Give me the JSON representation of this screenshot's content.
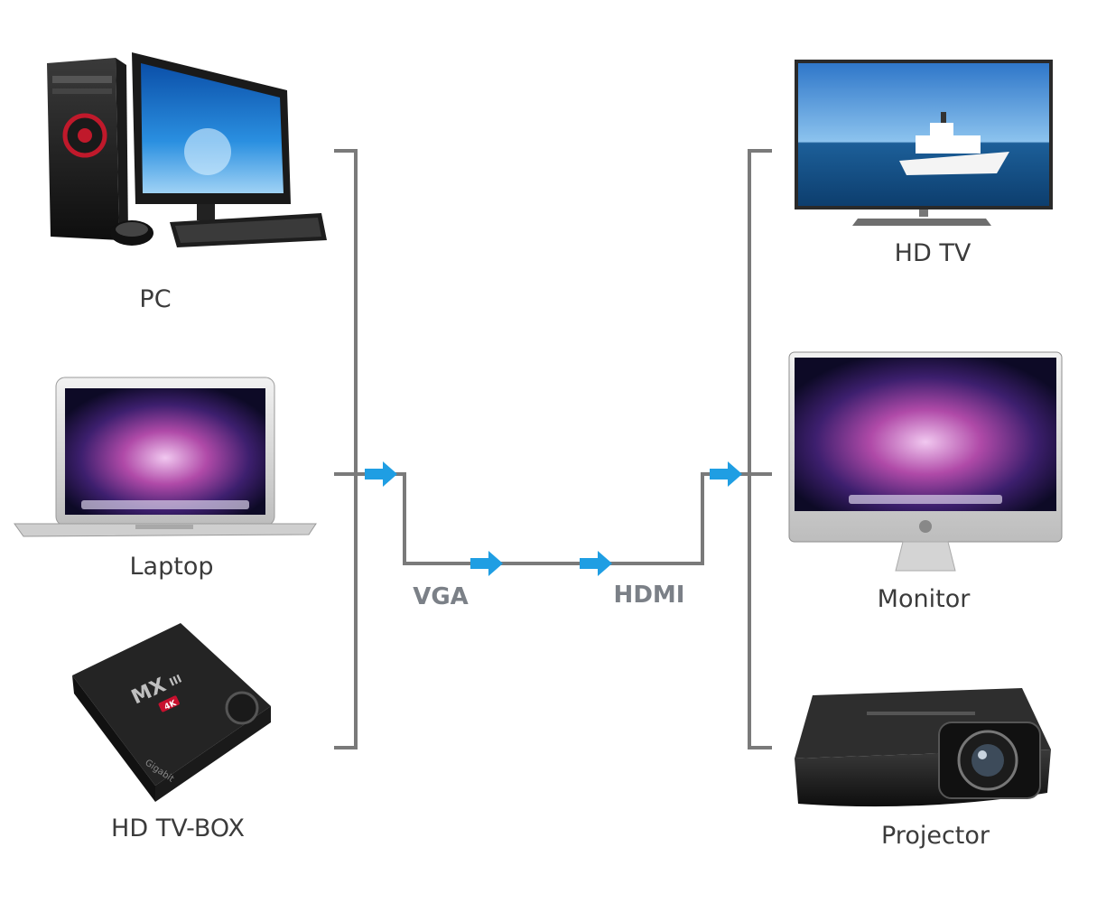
{
  "sources": [
    {
      "id": "pc",
      "label": "PC",
      "icon": "desktop-pc-icon"
    },
    {
      "id": "laptop",
      "label": "Laptop",
      "icon": "laptop-icon"
    },
    {
      "id": "tvbox",
      "label": "HD TV-BOX",
      "icon": "tv-box-icon",
      "brand": "MX",
      "brand_sub": "III",
      "badge": "4K",
      "maker": "Gigabit"
    }
  ],
  "displays": [
    {
      "id": "hdtv",
      "label": "HD TV",
      "icon": "flat-tv-icon"
    },
    {
      "id": "monitor",
      "label": "Monitor",
      "icon": "monitor-icon"
    },
    {
      "id": "projector",
      "label": "Projector",
      "icon": "projector-icon"
    }
  ],
  "cable": {
    "input_label": "VGA",
    "output_label": "HDMI"
  },
  "colors": {
    "line": "#7a7a7a",
    "arrow": "#1f9ee3",
    "label": "#3b3b3b",
    "cable_label": "#7b8087"
  }
}
